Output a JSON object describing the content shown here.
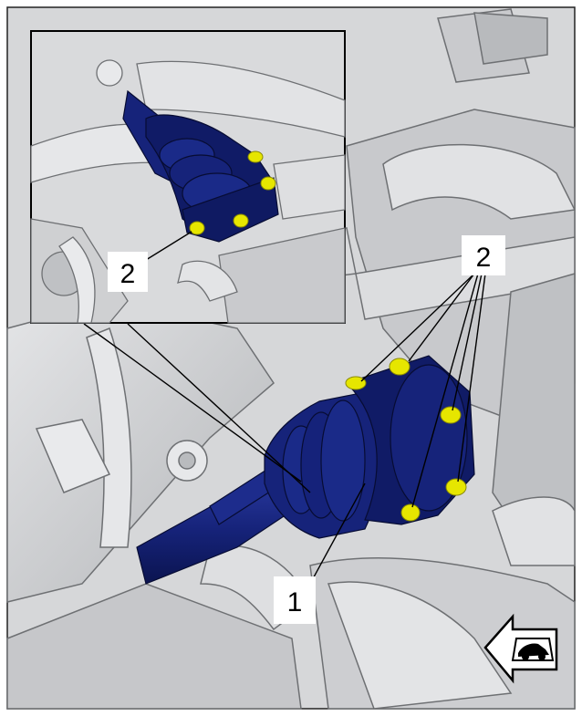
{
  "diagram": {
    "callouts": [
      {
        "id": "callout-1",
        "text": "1",
        "meaning": "drive shaft"
      },
      {
        "id": "callout-2-main",
        "text": "2",
        "meaning": "bolts"
      },
      {
        "id": "callout-2-inset",
        "text": "2",
        "meaning": "bolts"
      }
    ],
    "colors": {
      "part_highlight": "#16237a",
      "bolt_highlight": "#e6e600",
      "engine_gray": "#cfd0d2",
      "engine_shadow": "#9fa1a4",
      "outline": "#555555"
    },
    "icons": [
      "view-direction-car-icon"
    ]
  }
}
